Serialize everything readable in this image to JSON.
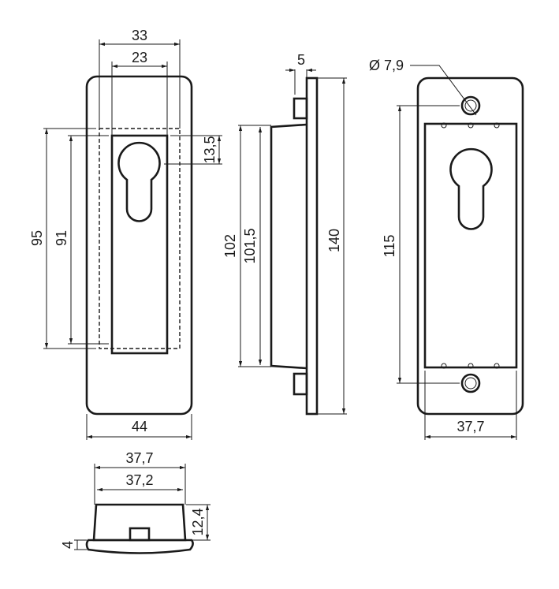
{
  "title": "Cylinder escutcheon pull technical drawing",
  "front_view": {
    "width_outer": "33",
    "width_inner": "23",
    "height_outer": "95",
    "height_inner": "91",
    "keyhole_offset": "13,5",
    "plate_width": "44"
  },
  "side_view": {
    "plate_thickness": "5",
    "body_height": "102",
    "body_inner_height": "101,5",
    "plate_height": "140"
  },
  "back_view": {
    "hole_diameter": "Ø 7,9",
    "hole_spacing": "115",
    "body_width": "37,7"
  },
  "bottom_view": {
    "outer_width": "37,7",
    "inner_width": "37,2",
    "depth": "12,4",
    "flange": "4"
  },
  "colors": {
    "line": "#1a1a1a",
    "background": "#ffffff"
  }
}
